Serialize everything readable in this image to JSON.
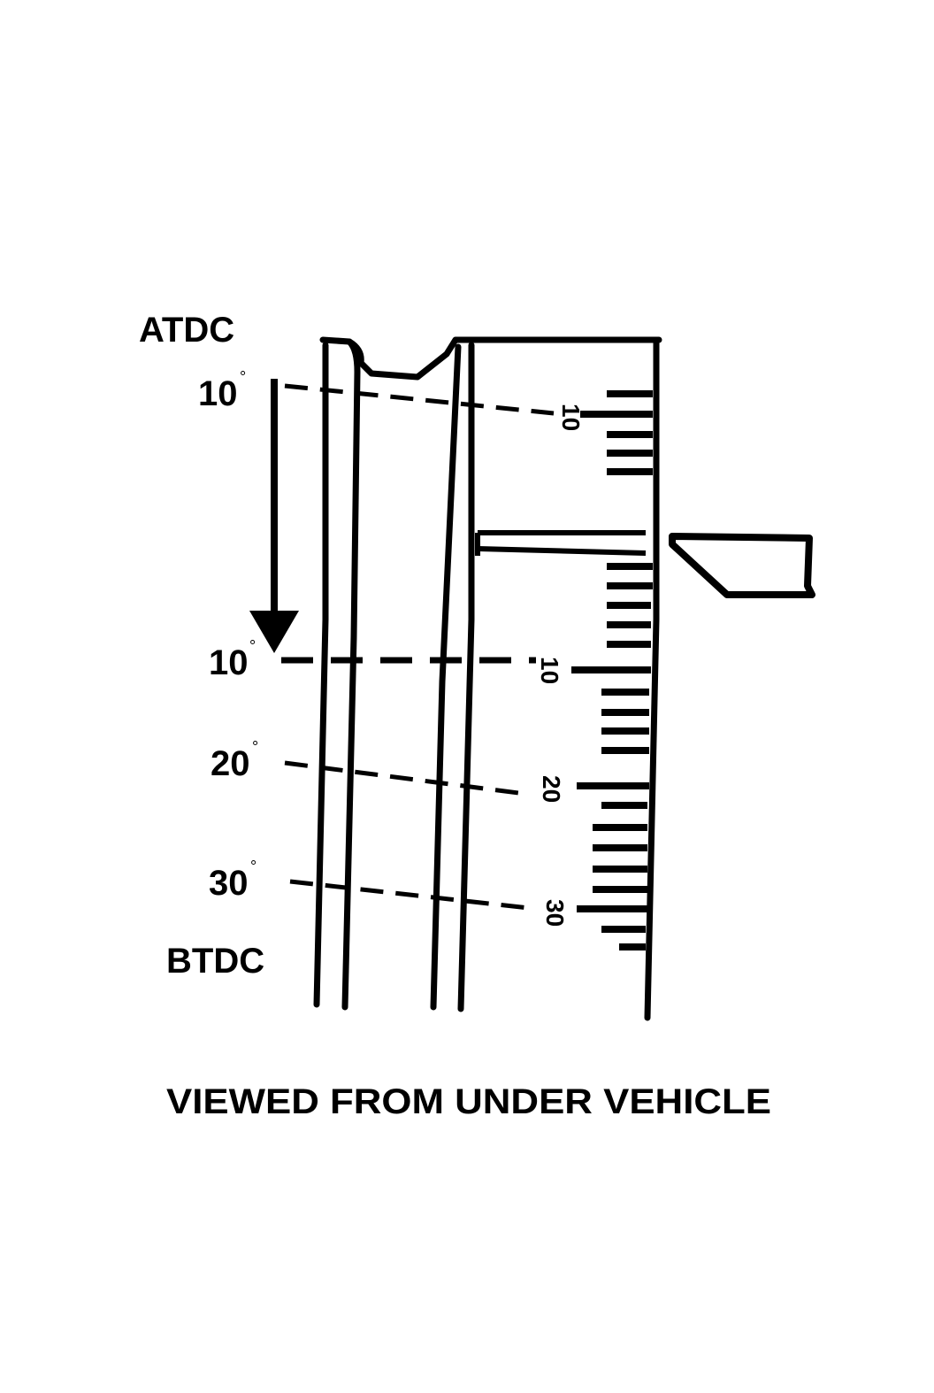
{
  "labels": {
    "top": "ATDC",
    "bottom": "BTDC",
    "caption": "VIEWED FROM UNDER VEHICLE",
    "degree_symbol": "°"
  },
  "left_marks": [
    {
      "id": "atdc-10",
      "text": "10"
    },
    {
      "id": "btdc-10",
      "text": "10"
    },
    {
      "id": "btdc-20",
      "text": "20"
    },
    {
      "id": "btdc-30",
      "text": "30"
    }
  ],
  "scale_numbers": [
    {
      "id": "scale-10-upper",
      "text": "10"
    },
    {
      "id": "scale-10-lower",
      "text": "10"
    },
    {
      "id": "scale-20",
      "text": "20"
    },
    {
      "id": "scale-30",
      "text": "30"
    }
  ],
  "colors": {
    "ink": "#000000",
    "background": "#ffffff"
  }
}
